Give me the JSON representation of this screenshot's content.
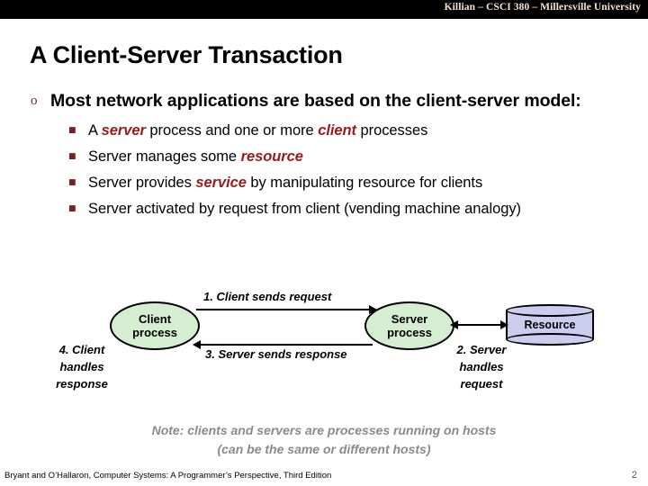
{
  "banner": {
    "text": "Killian – CSCI 380 – Millersville University",
    "background": "#000000",
    "text_color": "#f5e3c8"
  },
  "slide": {
    "title": "A Client-Server Transaction",
    "page_number": "2"
  },
  "bullets": {
    "level1": {
      "marker": "o",
      "marker_color": "#7b1f1f",
      "text": "Most network applications are based on the client-server model:"
    },
    "level2_marker": "§",
    "level2_marker_glyph": "■",
    "level2": [
      {
        "parts": [
          {
            "t": "A ",
            "em": false
          },
          {
            "t": "server",
            "em": true
          },
          {
            "t": " process and one or more ",
            "em": false
          },
          {
            "t": "client",
            "em": true
          },
          {
            "t": " processes",
            "em": false
          }
        ],
        "plain": "A server process and one or more client processes"
      },
      {
        "parts": [
          {
            "t": "Server manages some ",
            "em": false
          },
          {
            "t": "resource",
            "em": true
          }
        ],
        "plain": "Server manages some resource"
      },
      {
        "parts": [
          {
            "t": "Server provides ",
            "em": false
          },
          {
            "t": "service",
            "em": true
          },
          {
            "t": " by manipulating resource for clients",
            "em": false
          }
        ],
        "plain": "Server provides service by manipulating resource for clients"
      },
      {
        "parts": [
          {
            "t": "Server activated by request from client (vending machine analogy)",
            "em": false
          }
        ],
        "plain": "Server activated by request from client (vending machine analogy)"
      }
    ],
    "emphasis_color": "#9b1b1b"
  },
  "diagram": {
    "client_node": {
      "line1": "Client",
      "line2": "process",
      "fill": "#d5edd0"
    },
    "server_node": {
      "line1": "Server",
      "line2": "process",
      "fill": "#d5edd0"
    },
    "resource_node": {
      "label": "Resource",
      "fill": "#ccccee"
    },
    "step1": "1. Client sends request",
    "step3": "3. Server sends response",
    "step2": "2. Server\nhandles\nrequest",
    "step2_lines": [
      "2. Server",
      "handles",
      "request"
    ],
    "step4": "4. Client\nhandles\nresponse",
    "step4_lines": [
      "4. Client",
      "handles",
      "response"
    ]
  },
  "note": {
    "line1": "Note: clients and servers are processes running on hosts",
    "line2": "(can be the same or different hosts)",
    "color": "#8a8a8a"
  },
  "footer": {
    "source": "Bryant and O’Hallaron, Computer Systems: A Programmer’s Perspective, Third Edition"
  }
}
